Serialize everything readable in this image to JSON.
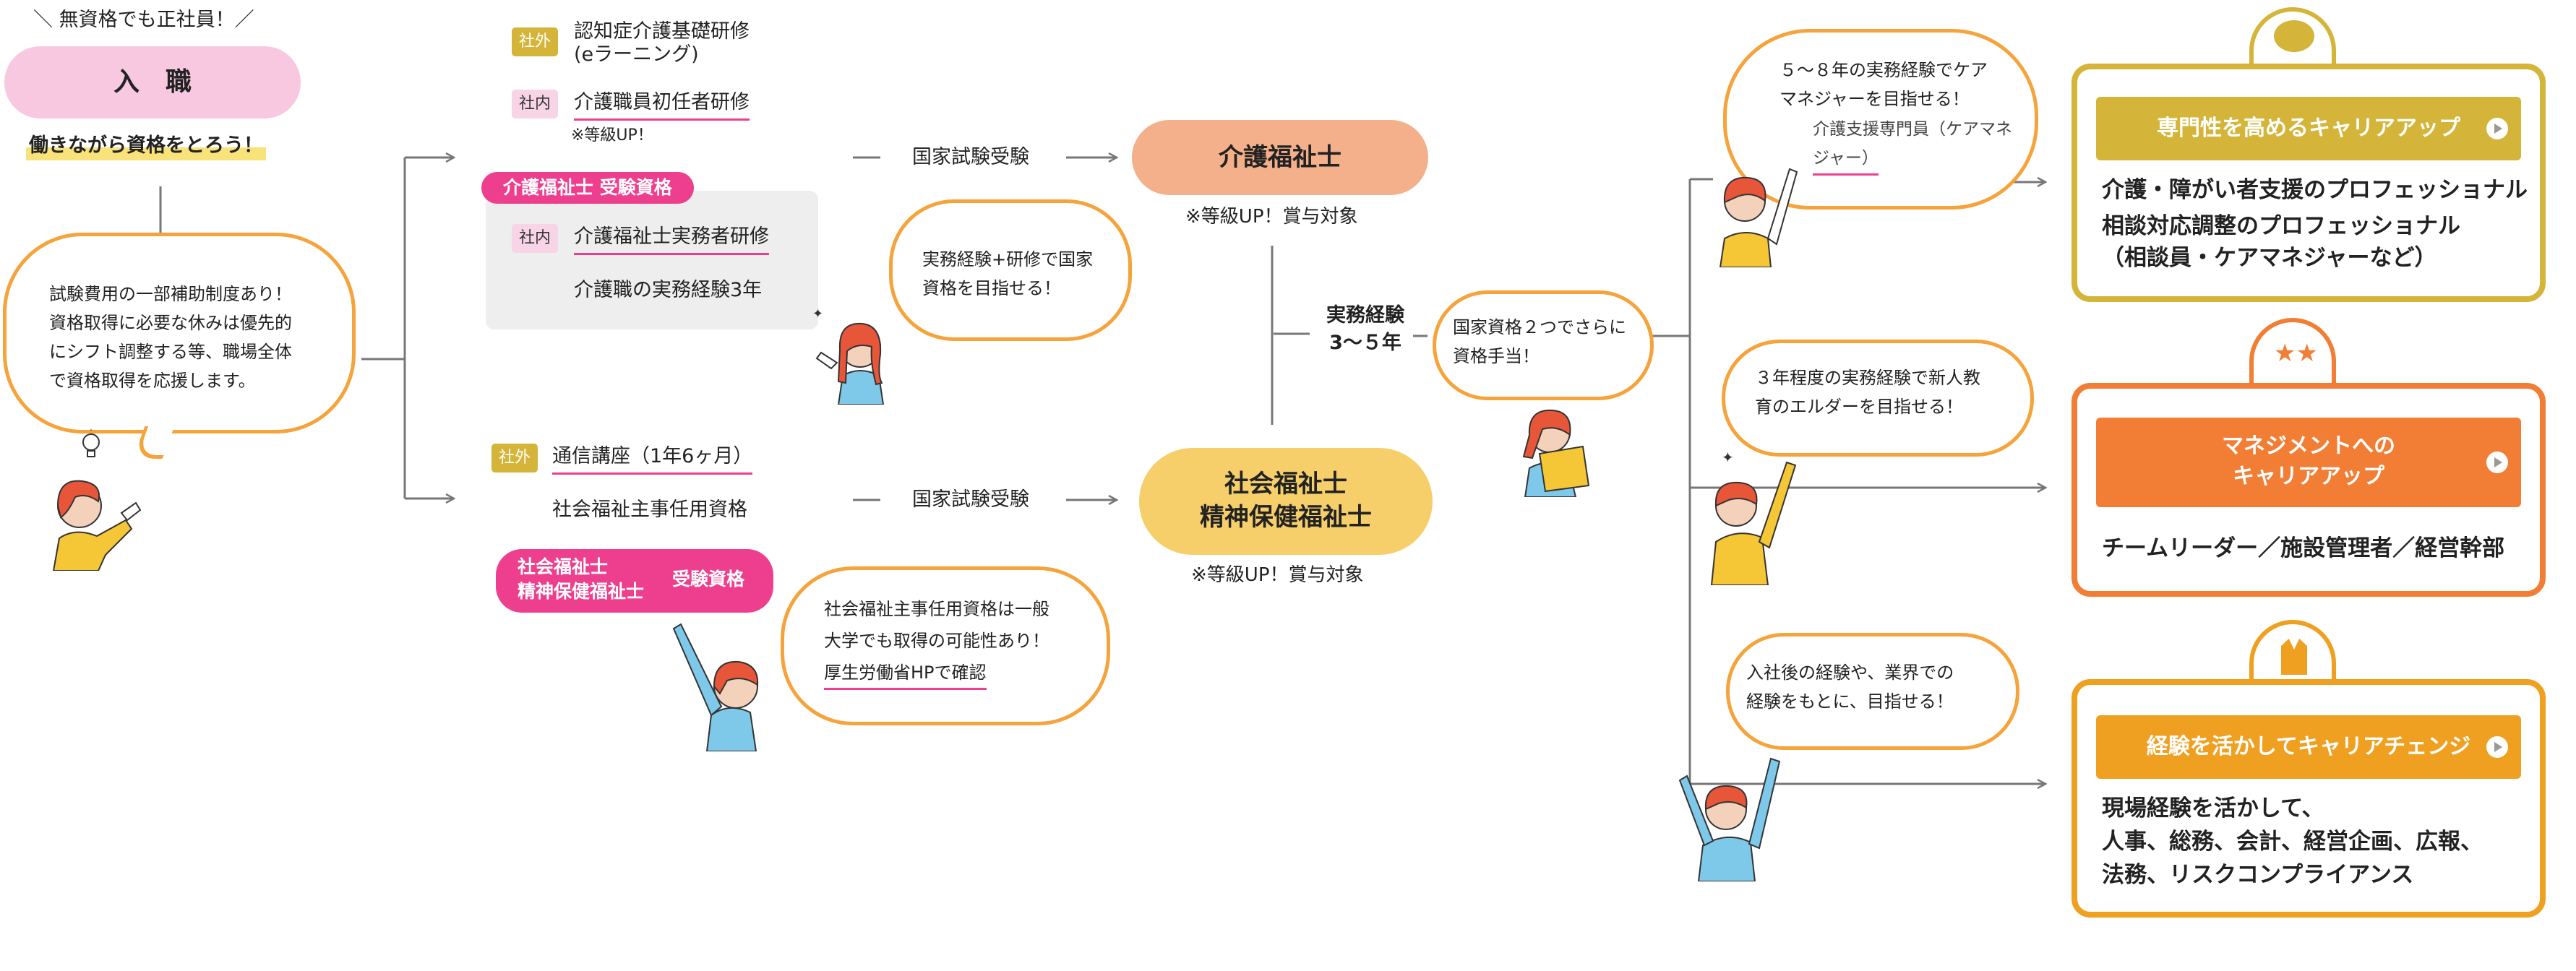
{
  "entry": {
    "tagline": "＼ 無資格でも正社員！／",
    "title": "入　職",
    "subtitle": "働きながら資格をとろう！",
    "support_lines": [
      "試験費用の一部補助制度あり！",
      "資格取得に必要な休みは優先的",
      "にシフト調整する等、職場全体",
      "で資格取得を応援します。"
    ]
  },
  "upper_branch": {
    "items": [
      {
        "badge": "社外",
        "lines": [
          "認知症介護基礎研修",
          "(eラーニング)"
        ]
      },
      {
        "badge": "社内",
        "lines": [
          "介護職員初任者研修"
        ],
        "note": "※等級UP！"
      }
    ],
    "qualification_tag": "介護福祉士 受験資格",
    "box_items": [
      {
        "badge": "社内",
        "text": "介護福祉士実務者研修"
      },
      {
        "badge": "",
        "text": "介護職の実務経験3年"
      }
    ],
    "exam_label": "国家試験受験",
    "bubble_lines": [
      "実務経験+研修で国家",
      "資格を目指せる！"
    ],
    "result": "介護福祉士",
    "result_note": "※等級UP！賞与対象"
  },
  "lower_branch": {
    "items": [
      {
        "badge": "社外",
        "text": "通信講座（1年6ヶ月）"
      },
      {
        "badge": "",
        "text": "社会福祉主事任用資格"
      }
    ],
    "qualification_tag_lines": [
      "社会福祉士",
      "精神保健福祉士"
    ],
    "qualification_tag_suffix": "受験資格",
    "exam_label": "国家試験受験",
    "bubble_lines": [
      "社会福祉主事任用資格は一般",
      "大学でも取得の可能性あり！",
      "厚生労働省HPで確認"
    ],
    "result_lines": [
      "社会福祉士",
      "精神保健福祉士"
    ],
    "result_note": "※等級UP！賞与対象"
  },
  "middle": {
    "experience_lines": [
      "実務経験",
      "3〜５年"
    ],
    "bubble_lines": [
      "国家資格２つでさらに",
      "資格手当！"
    ]
  },
  "career_bubbles": [
    {
      "lines": [
        "５〜８年の実務経験でケア",
        "マネジャーを目指せる！",
        "介護支援専門員（ケアマネ",
        "ジャー）"
      ]
    },
    {
      "lines": [
        "３年程度の実務経験で新人教",
        "育のエルダーを目指せる！"
      ]
    },
    {
      "lines": [
        "入社後の経験や、業界での",
        "経験をもとに、目指せる！"
      ]
    }
  ],
  "cards": [
    {
      "header": "専門性を高めるキャリアアップ",
      "color": "#d4b53a",
      "icon": "speech-bubbles-icon",
      "body": [
        "介護・障がい者支援のプロフェッショナル",
        "相談対応調整のプロフェッショナル",
        "（相談員・ケアマネジャーなど）"
      ]
    },
    {
      "header_lines": [
        "マネジメントへの",
        "キャリアアップ"
      ],
      "color": "#f27e35",
      "icon": "stars-icon",
      "body": [
        "チームリーダー／施設管理者／経営幹部"
      ]
    },
    {
      "header": "経験を活かしてキャリアチェンジ",
      "color": "#f0a020",
      "icon": "suit-icon",
      "body": [
        "現場経験を活かして、",
        "人事、総務、会計、経営企画、広報、",
        "法務、リスクコンプライアンス"
      ]
    }
  ],
  "colors": {
    "entry_pink": "#f7c8e0",
    "accent_pink": "#ee3f8e",
    "salmon": "#f4b08a",
    "yellow": "#f6cf6a",
    "bubble_orange": "#f5a33a",
    "gold": "#d4b53a",
    "orange": "#f27e35"
  }
}
